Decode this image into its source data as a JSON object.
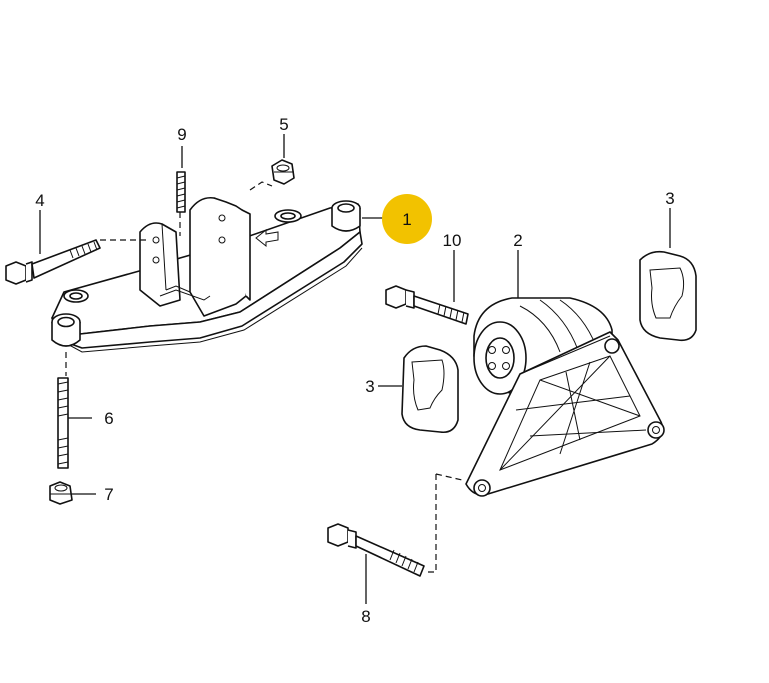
{
  "callouts": [
    {
      "id": "1",
      "label": "1",
      "highlighted": true
    },
    {
      "id": "2",
      "label": "2"
    },
    {
      "id": "3a",
      "label": "3"
    },
    {
      "id": "3b",
      "label": "3"
    },
    {
      "id": "4",
      "label": "4"
    },
    {
      "id": "5",
      "label": "5"
    },
    {
      "id": "6",
      "label": "6"
    },
    {
      "id": "7",
      "label": "7"
    },
    {
      "id": "8",
      "label": "8"
    },
    {
      "id": "9",
      "label": "9"
    },
    {
      "id": "10",
      "label": "10"
    }
  ],
  "colors": {
    "highlight": "#f2c200",
    "ink": "#111111",
    "background": "#ffffff"
  }
}
